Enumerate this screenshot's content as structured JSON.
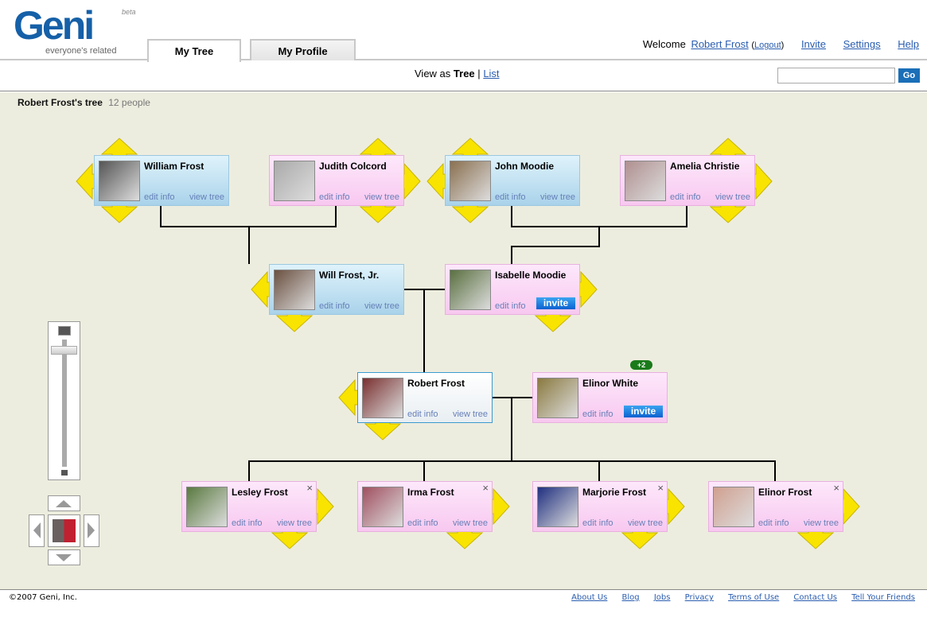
{
  "logo": {
    "text": "Geni",
    "tagline": "everyone's related",
    "beta": "beta"
  },
  "tabs": [
    {
      "label": "My Tree"
    },
    {
      "label": "My Profile"
    }
  ],
  "toplinks": {
    "welcome": "Welcome",
    "user": "Robert Frost",
    "logout": "Logout",
    "invite": "Invite",
    "settings": "Settings",
    "help": "Help"
  },
  "viewas": {
    "prefix": "View as",
    "tree": "Tree",
    "sep": "|",
    "list": "List"
  },
  "search": {
    "value": "",
    "go": "Go"
  },
  "tree": {
    "title": "Robert Frost's tree",
    "count": "12 people"
  },
  "people": [
    {
      "name": "William Frost",
      "gender": "m",
      "edit": "edit info",
      "view": "view tree"
    },
    {
      "name": "Judith Colcord",
      "gender": "f",
      "edit": "edit info",
      "view": "view tree"
    },
    {
      "name": "John Moodie",
      "gender": "m",
      "edit": "edit info",
      "view": "view tree"
    },
    {
      "name": "Amelia Christie",
      "gender": "f",
      "edit": "edit info",
      "view": "view tree"
    },
    {
      "name": "Will Frost, Jr.",
      "gender": "m",
      "edit": "edit info",
      "view": "view tree"
    },
    {
      "name": "Isabelle Moodie",
      "gender": "f",
      "edit": "edit info",
      "invite": "invite"
    },
    {
      "name": "Robert Frost",
      "gender": "m",
      "edit": "edit info",
      "view": "view tree"
    },
    {
      "name": "Elinor White",
      "gender": "f",
      "edit": "edit info",
      "invite": "invite"
    },
    {
      "name": "Lesley Frost",
      "gender": "f",
      "edit": "edit info",
      "view": "view tree",
      "close": "×"
    },
    {
      "name": "Irma Frost",
      "gender": "f",
      "edit": "edit info",
      "view": "view tree",
      "close": "×"
    },
    {
      "name": "Marjorie Frost",
      "gender": "f",
      "edit": "edit info",
      "view": "view tree",
      "close": "×"
    },
    {
      "name": "Elinor Frost",
      "gender": "f",
      "edit": "edit info",
      "view": "view tree",
      "close": "×"
    }
  ],
  "badge": "+2",
  "footer": {
    "copyright": "©2007 Geni, Inc.",
    "links": [
      "About Us",
      "Blog",
      "Jobs",
      "Privacy",
      "Terms of Use",
      "Contact Us",
      "Tell Your Friends"
    ]
  }
}
